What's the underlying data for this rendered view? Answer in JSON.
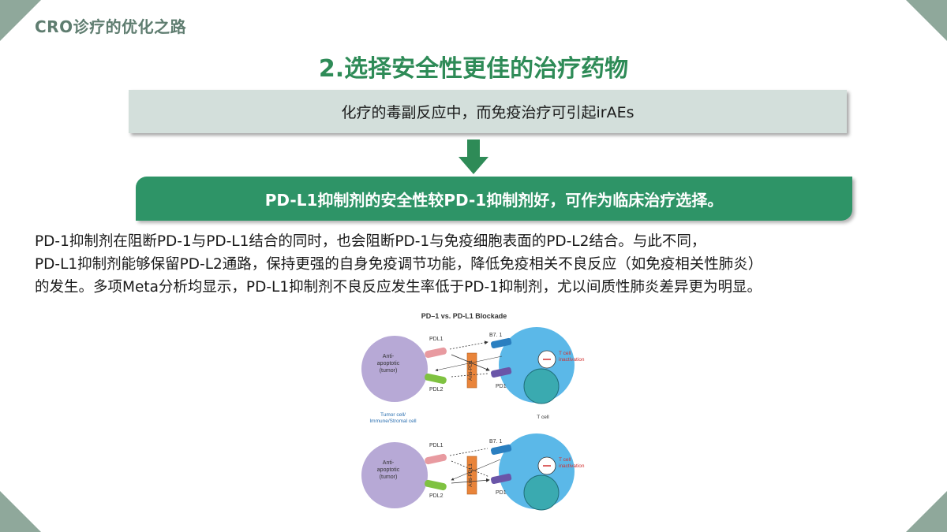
{
  "header": {
    "title": "CRO诊疗的优化之路"
  },
  "main_title": "2.选择安全性更佳的治疗药物",
  "top_box": {
    "text": "化疗的毒副反应中，而免疫治疗可引起irAEs"
  },
  "green_box": {
    "text": "PD-L1抑制剂的安全性较PD-1抑制剂好，可作为临床治疗选择。"
  },
  "body": {
    "lines": [
      "PD-1抑制剂在阻断PD-1与PD-L1结合的同时，也会阻断PD-1与免疫细胞表面的PD-L2结合。与此不同，",
      "PD-L1抑制剂能够保留PD-L2通路，保持更强的自身免疫调节功能，降低免疫相关不良反应（如免疫相关性肺炎）",
      "的发生。多项Meta分析均显示，PD-L1抑制剂不良反应发生率低于PD-1抑制剂，尤以间质性肺炎差异更为明显。"
    ]
  },
  "figure": {
    "title": "PD–1 vs. PD-L1 Blockade",
    "tumor_label_1": "Anti-",
    "tumor_label_2": "apoptotic",
    "tumor_label_3": "(tumor)",
    "pdl1": "PDL1",
    "pdl2": "PDL2",
    "b71": "B7. 1",
    "pd1": "PD1",
    "tcell_act_1": "T cell",
    "tcell_act_2": "inactivation",
    "drug_top": "Anti-PD1",
    "drug_bottom": "Anti-PDL1",
    "left_caption_1": "Tumor cell/",
    "left_caption_2": "Immune/Stromal cell",
    "right_caption": "T cell",
    "colors": {
      "tumor_cell": "#b7a9d6",
      "t_cell": "#5bb8e8",
      "nucleus": "#3aaab0",
      "pdl1": "#e89aa0",
      "pdl2": "#7fc241",
      "b71": "#2a7fc0",
      "pd1": "#6a55a8",
      "drug": "#e9843a"
    }
  }
}
